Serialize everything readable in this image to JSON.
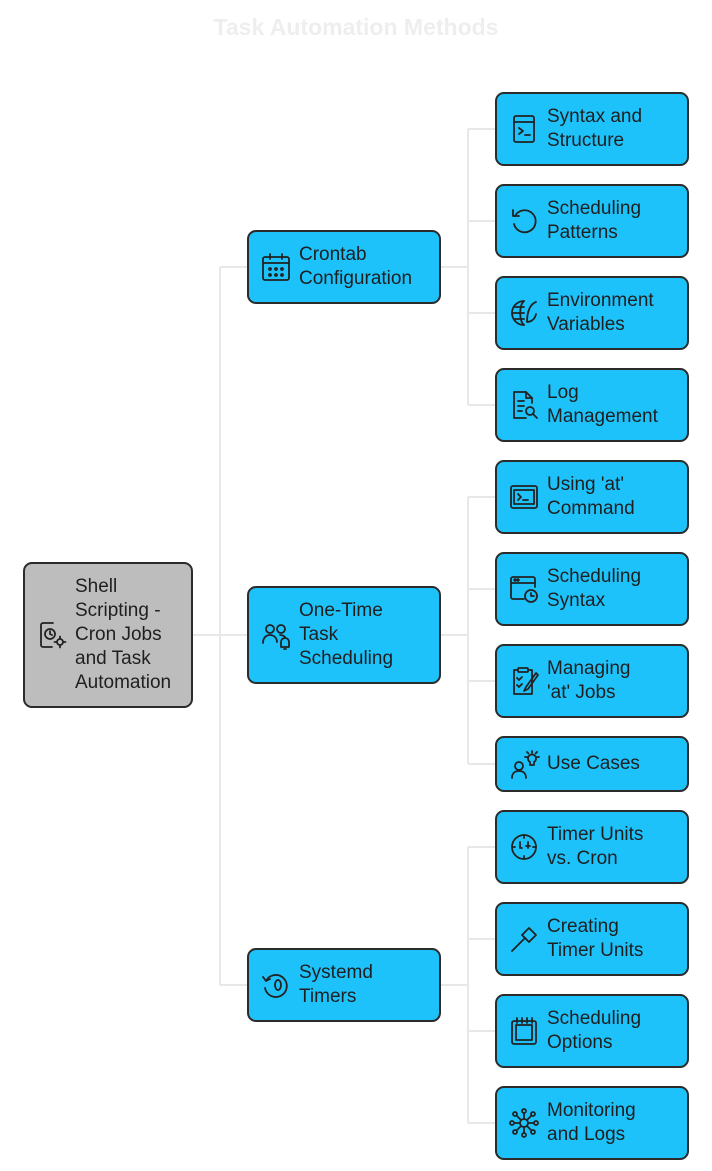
{
  "title": "Task Automation Methods",
  "root": {
    "lines": [
      "Shell",
      "Scripting -",
      "Cron Jobs",
      "and Task",
      "Automation"
    ],
    "icon": "clock-gear-icon"
  },
  "branches": [
    {
      "lines": [
        "Crontab",
        "Configuration"
      ],
      "icon": "calendar-icon",
      "children": [
        {
          "lines": [
            "Syntax and",
            "Structure"
          ],
          "icon": "terminal-file-icon"
        },
        {
          "lines": [
            "Scheduling",
            "Patterns"
          ],
          "icon": "rotate-arrow-icon"
        },
        {
          "lines": [
            "Environment",
            "Variables"
          ],
          "icon": "globe-leaf-icon"
        },
        {
          "lines": [
            "Log",
            "Management"
          ],
          "icon": "document-search-icon"
        }
      ]
    },
    {
      "lines": [
        "One-Time",
        "Task",
        "Scheduling"
      ],
      "icon": "users-bell-icon",
      "children": [
        {
          "lines": [
            "Using 'at'",
            "Command"
          ],
          "icon": "terminal-window-icon"
        },
        {
          "lines": [
            "Scheduling",
            "Syntax"
          ],
          "icon": "window-clock-icon"
        },
        {
          "lines": [
            "Managing",
            "'at' Jobs"
          ],
          "icon": "clipboard-edit-icon"
        },
        {
          "lines": [
            "Use Cases"
          ],
          "icon": "person-idea-icon"
        }
      ]
    },
    {
      "lines": [
        "Systemd",
        "Timers"
      ],
      "icon": "timer-reset-icon",
      "children": [
        {
          "lines": [
            "Timer Units",
            "vs. Cron"
          ],
          "icon": "compass-clock-icon"
        },
        {
          "lines": [
            "Creating",
            "Timer Units"
          ],
          "icon": "hammer-icon"
        },
        {
          "lines": [
            "Scheduling",
            "Options"
          ],
          "icon": "notepad-icon"
        },
        {
          "lines": [
            "Monitoring",
            "and Logs"
          ],
          "icon": "network-hub-icon"
        }
      ]
    }
  ],
  "colors": {
    "root": "#bdbdbd",
    "node": "#1ec2fb",
    "border": "#2b2b2b",
    "connector": "#e8e8e8"
  }
}
